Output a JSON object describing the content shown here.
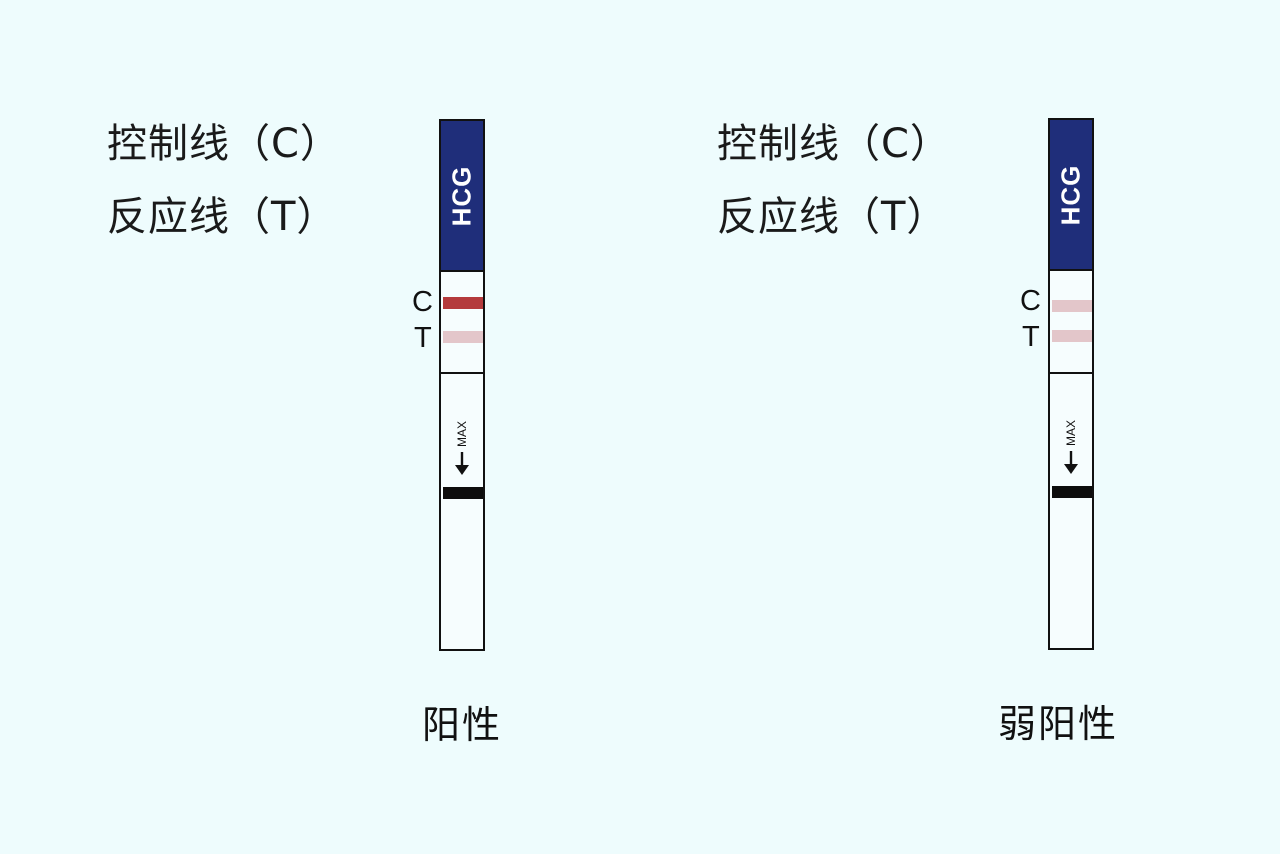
{
  "legend": {
    "control_line": "控制线（C）",
    "test_line": "反应线（T）"
  },
  "colors": {
    "background": "#eefcfd",
    "strip_cap": "#1f2e7a",
    "strong_line": "#b43a3c",
    "faint_line": "#e3c6ca",
    "max_bar": "#0d0d0d"
  },
  "strips": [
    {
      "brand": "HCG",
      "c_label": "C",
      "t_label": "T",
      "c_intensity": "strong",
      "t_intensity": "faint",
      "max_label": "MAX",
      "arrow_icon": "down-arrow",
      "result": "阳性"
    },
    {
      "brand": "HCG",
      "c_label": "C",
      "t_label": "T",
      "c_intensity": "faint",
      "t_intensity": "faint",
      "max_label": "MAX",
      "arrow_icon": "down-arrow",
      "result": "弱阳性"
    }
  ]
}
